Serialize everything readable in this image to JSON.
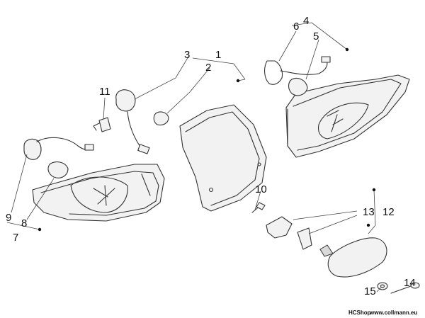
{
  "callouts": {
    "c1": "1",
    "c2": "2",
    "c3": "3",
    "c4": "4",
    "c5": "5",
    "c6": "6",
    "c7": "7",
    "c8": "8",
    "c9": "9",
    "c10": "10",
    "c11": "11",
    "c12": "12",
    "c13": "13",
    "c14": "14",
    "c15": "15"
  },
  "watermark": {
    "prefix": "HCShop",
    "site": "www.collmann.eu"
  }
}
